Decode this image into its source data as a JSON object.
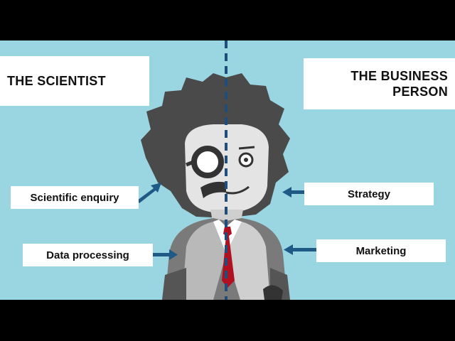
{
  "title_left": "THE SCIENTIST",
  "title_right_line1": "THE BUSINESS",
  "title_right_line2": "PERSON",
  "labels": {
    "scientific_enquiry": "Scientific enquiry",
    "data_processing": "Data processing",
    "strategy": "Strategy",
    "marketing": "Marketing"
  },
  "colors": {
    "background": "#9ad6e2",
    "letterbox": "#000000",
    "arrow": "#1f5a86",
    "divider": "#1f4e7a",
    "tie": "#b01020"
  }
}
